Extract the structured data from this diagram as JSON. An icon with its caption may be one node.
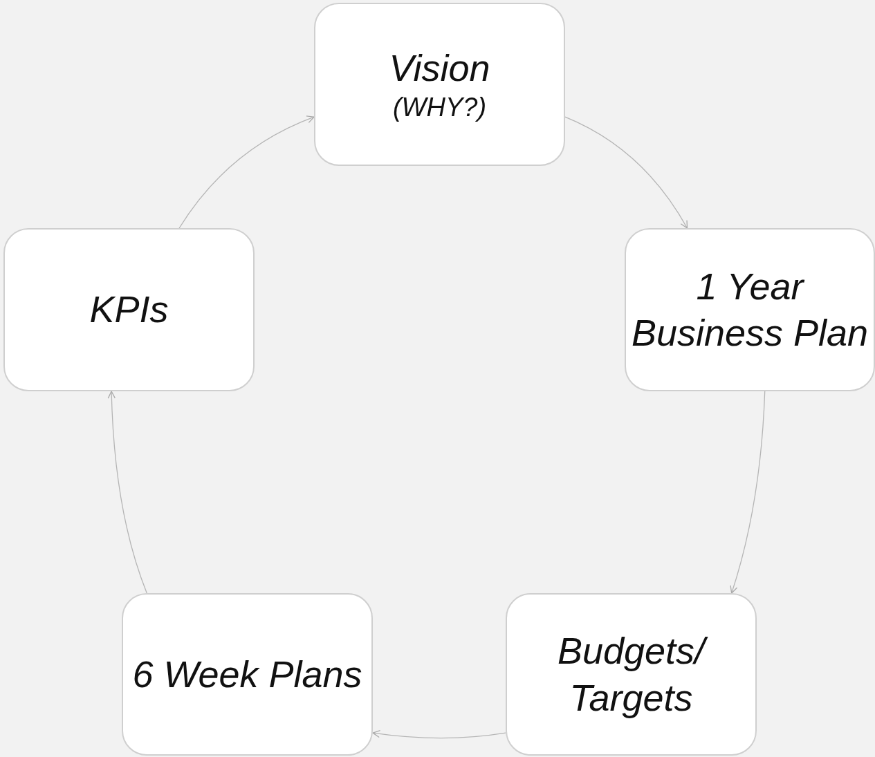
{
  "diagram": {
    "nodes": [
      {
        "text": [
          "Vision",
          "(WHY?)"
        ]
      },
      {
        "text": [
          "1 Year Business Plan"
        ]
      },
      {
        "text": [
          "Budgets/ Targets"
        ]
      },
      {
        "text": [
          "6 Week Plans"
        ]
      },
      {
        "text": [
          "KPIs"
        ]
      }
    ],
    "edges": [
      {
        "from": 0,
        "to": 1,
        "arrow": "to"
      },
      {
        "from": 1,
        "to": 2,
        "arrow": "to"
      },
      {
        "from": 2,
        "to": 3,
        "arrow": "to"
      },
      {
        "from": 3,
        "to": 4,
        "arrow": "to"
      },
      {
        "from": 4,
        "to": 0,
        "arrow": "to"
      }
    ]
  }
}
